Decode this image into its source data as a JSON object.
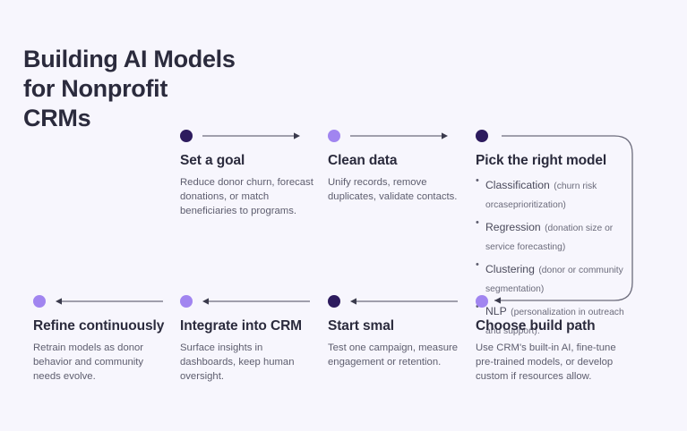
{
  "page": {
    "background_color": "#f7f6fd",
    "title_lines": [
      "Building AI Models",
      "for Nonprofit",
      "CRMs"
    ],
    "title_text": "Building AI Models for Nonprofit CRMs"
  },
  "colors": {
    "dot_navy": "#2d1b5e",
    "dot_purple": "#a185f0",
    "heading": "#2b2b3d",
    "body": "#5d5d6e",
    "arrow": "#6b6b7b",
    "connector": "#6b6b7b"
  },
  "flow": {
    "direction_top_row": "left-to-right",
    "direction_bottom_row": "right-to-left"
  },
  "steps": [
    {
      "id": "set-a-goal",
      "dot": "navy",
      "heading": "Set a goal",
      "body": "Reduce donor churn, forecast donations, or match beneficiaries to programs.",
      "row": "top",
      "order": 1
    },
    {
      "id": "clean-data",
      "dot": "purple",
      "heading": "Clean data",
      "body": "Unify records, remove duplicates, validate contacts.",
      "row": "top",
      "order": 2
    },
    {
      "id": "pick-the-right-model",
      "dot": "navy",
      "heading": "Pick the right model",
      "body": "",
      "row": "top",
      "order": 3,
      "bullets": [
        {
          "term": "Classification",
          "note": "(churn risk orcaseprioritization)"
        },
        {
          "term": "Regression",
          "note": "(donation size or service forecasting)"
        },
        {
          "term": "Clustering",
          "note": "(donor or community segmentation)"
        },
        {
          "term": "NLP",
          "note": "(personalization in outreach and support)."
        }
      ]
    },
    {
      "id": "choose-build-path",
      "dot": "purple",
      "heading": "Choose build path",
      "body": "Use CRM's built-in AI, fine-tune pre-trained models, or develop custom if resources allow.",
      "row": "bottom",
      "order": 4
    },
    {
      "id": "start-small",
      "dot": "navy",
      "heading": "Start smal",
      "body": "Test one campaign, measure engagement or retention.",
      "row": "bottom",
      "order": 5
    },
    {
      "id": "integrate-into-crm",
      "dot": "purple",
      "heading": "Integrate into CRM",
      "body": "Surface insights in dashboards, keep human oversight.",
      "row": "bottom",
      "order": 6
    },
    {
      "id": "refine-continuously",
      "dot": "purple",
      "heading": "Refine continuously",
      "body": "Retrain models as donor behavior and community needs evolve.",
      "row": "bottom",
      "order": 7
    }
  ]
}
